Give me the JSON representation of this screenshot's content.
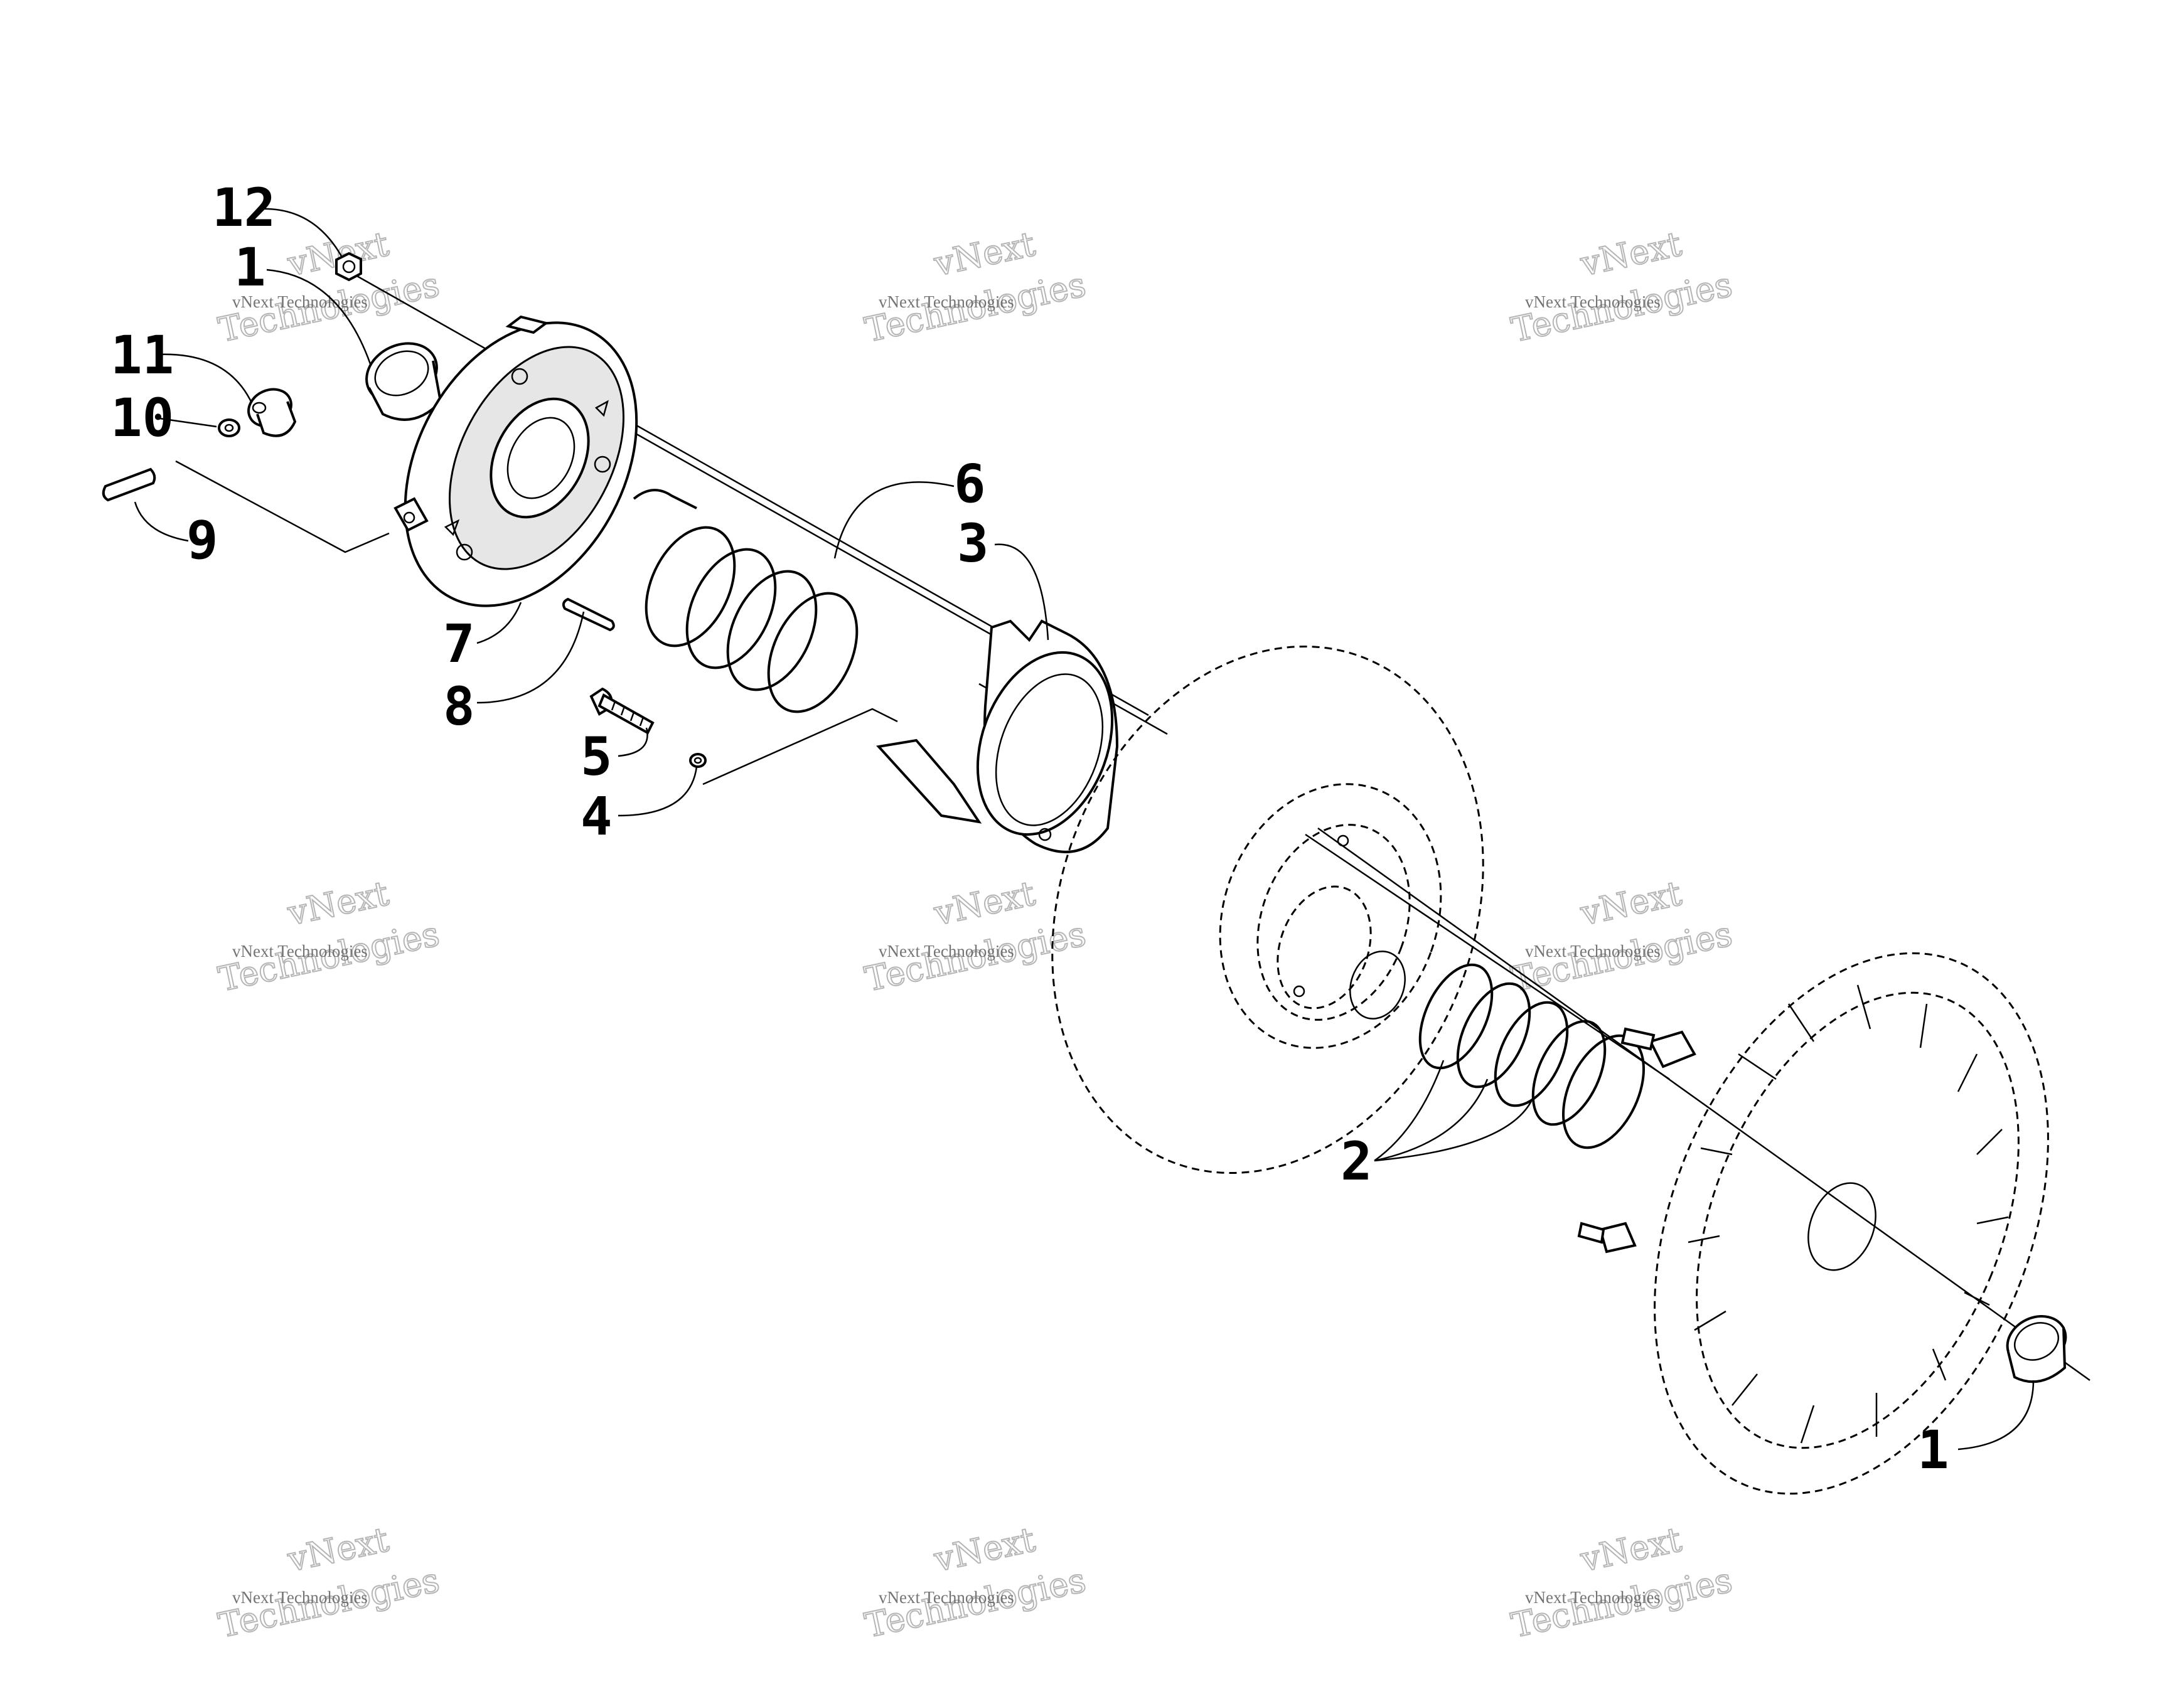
{
  "diagram": {
    "callouts": [
      {
        "id": "c12",
        "text": "12"
      },
      {
        "id": "c1a",
        "text": "1"
      },
      {
        "id": "c11",
        "text": "11"
      },
      {
        "id": "c10",
        "text": "10"
      },
      {
        "id": "c9",
        "text": "9"
      },
      {
        "id": "c7",
        "text": "7"
      },
      {
        "id": "c8",
        "text": "8"
      },
      {
        "id": "c6",
        "text": "6"
      },
      {
        "id": "c3",
        "text": "3"
      },
      {
        "id": "c5",
        "text": "5"
      },
      {
        "id": "c4",
        "text": "4"
      },
      {
        "id": "c2",
        "text": "2"
      },
      {
        "id": "c1b",
        "text": "1"
      }
    ]
  },
  "watermark": {
    "small": "vNext Technologies",
    "large_top": "vNext",
    "large_bottom": "Technologies"
  }
}
